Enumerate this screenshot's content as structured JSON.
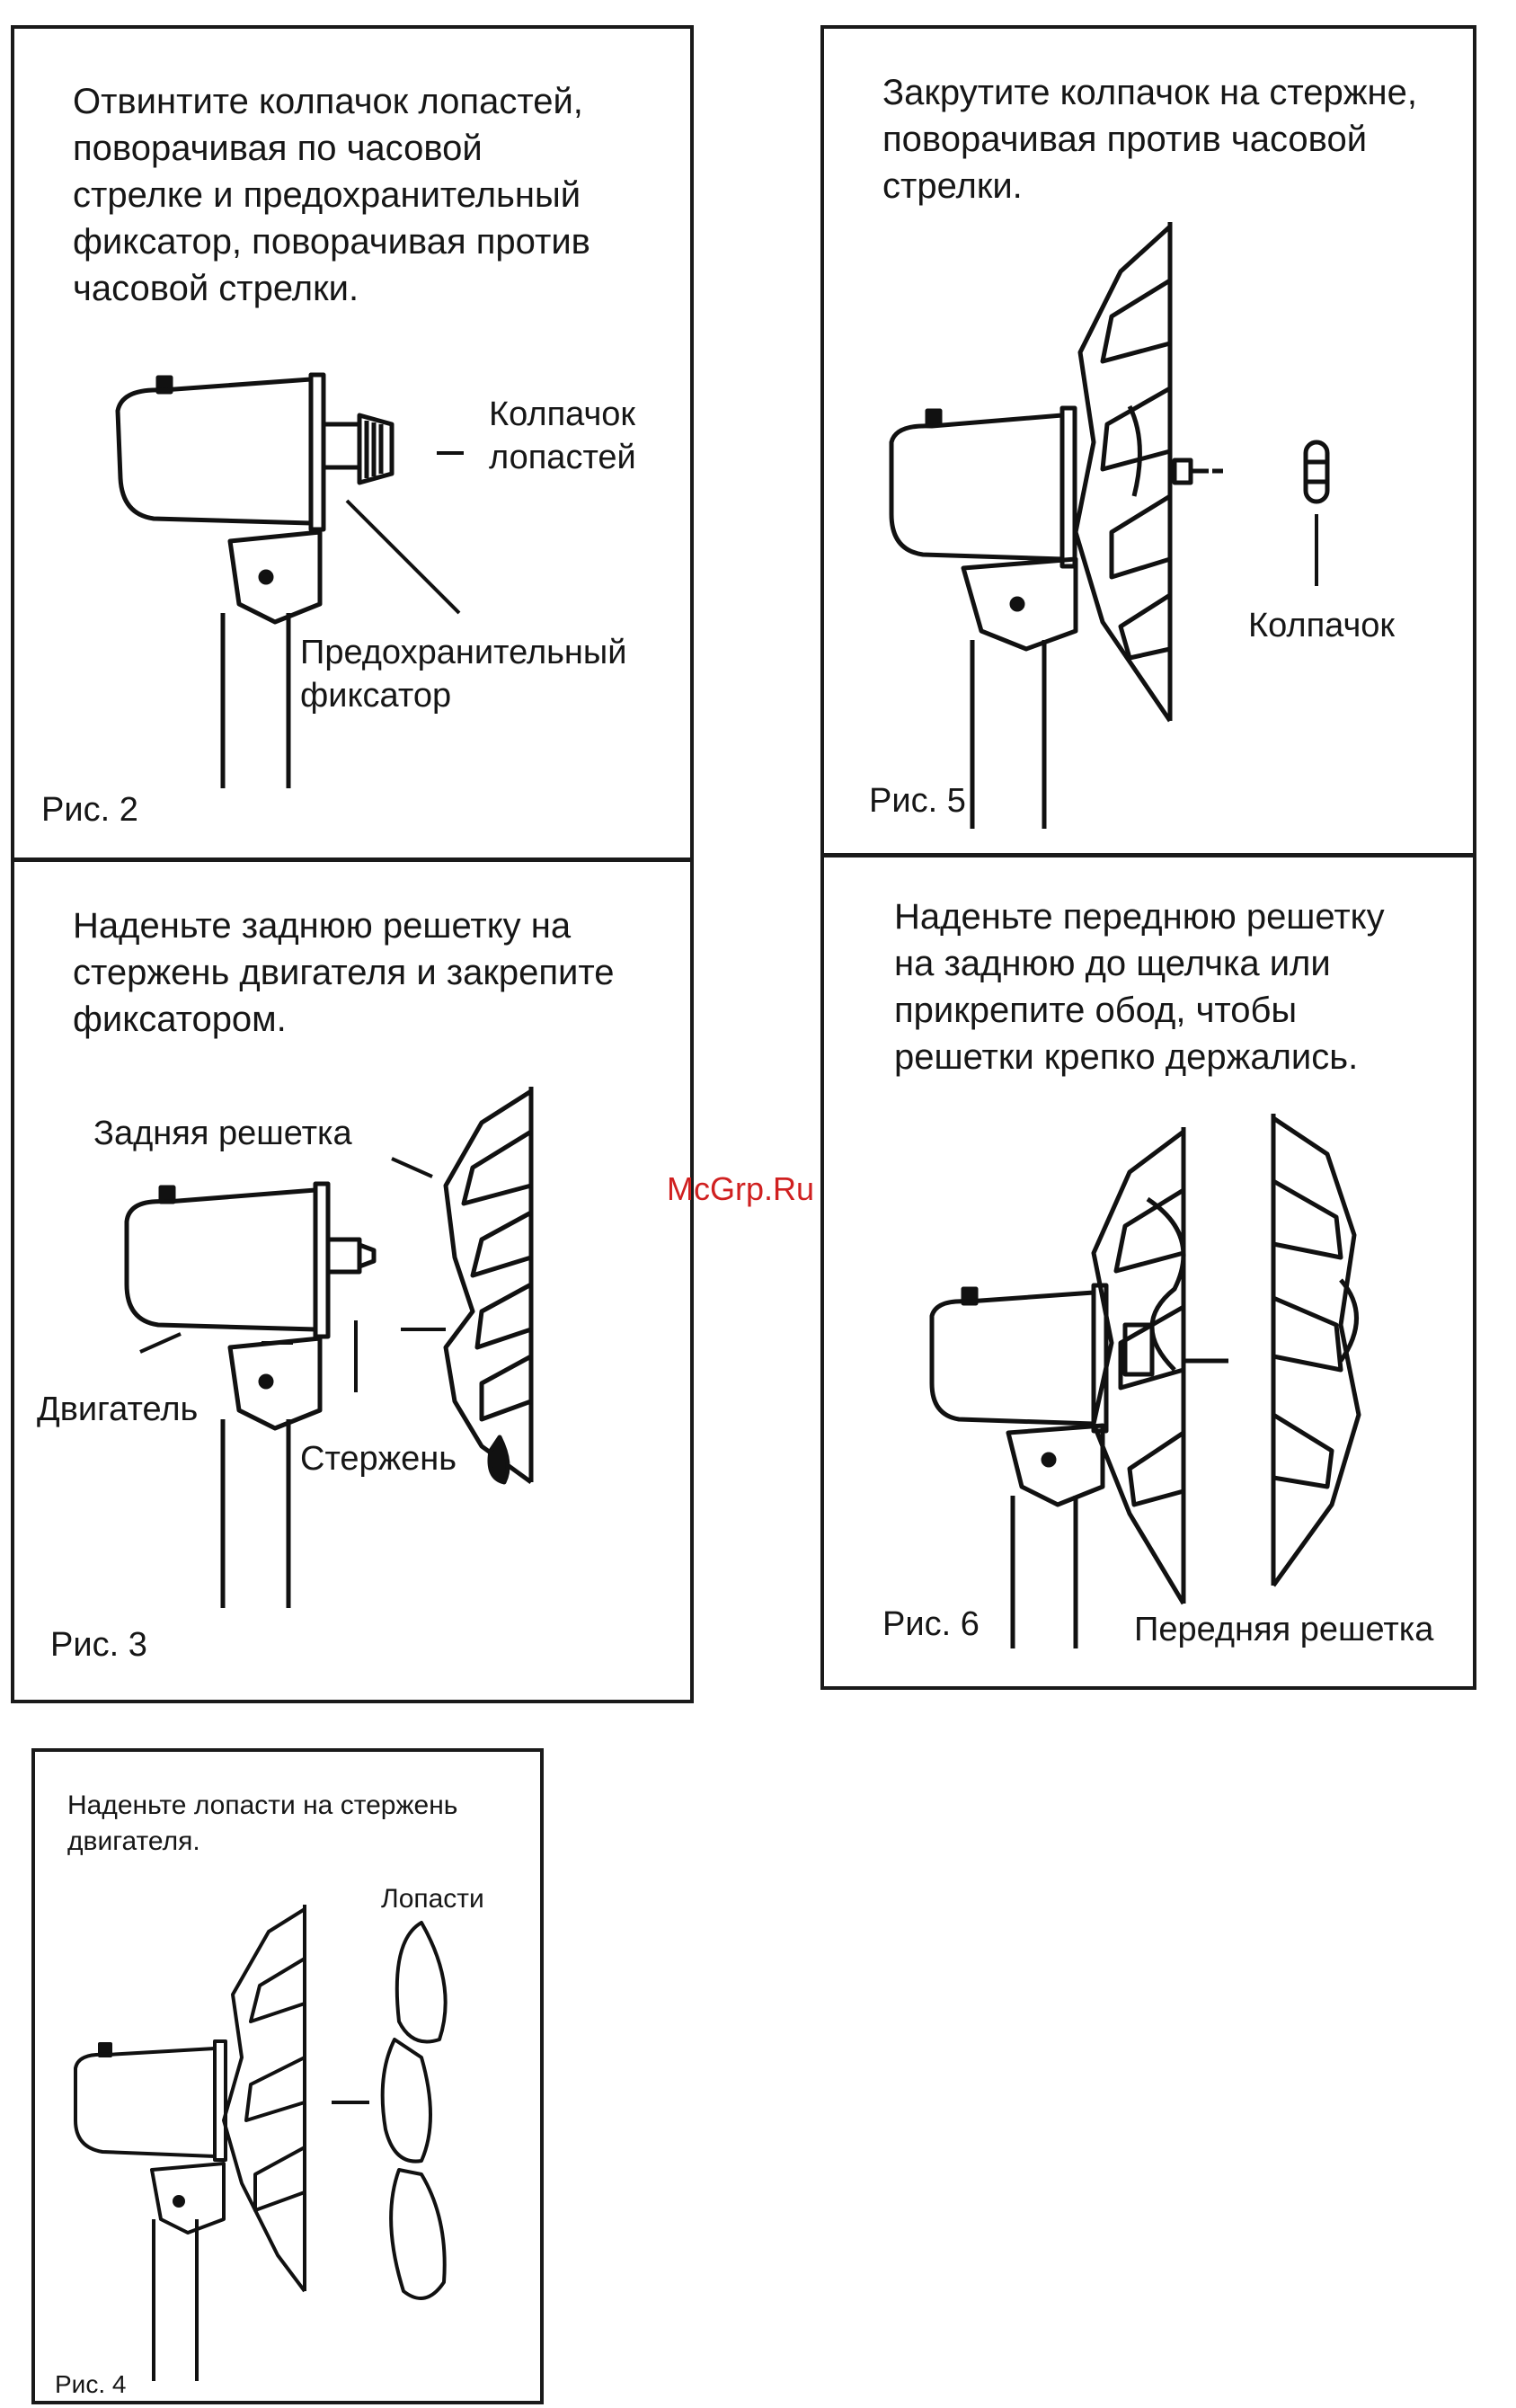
{
  "panels": {
    "fig2": {
      "instruction": "Отвинтите колпачок лопастей,\nповорачивая по часовой\nстрелке и предохранительный\nфиксатор, поворачивая против\nчасовой стрелки.",
      "label_blade_cap": "Колпачок\nлопастей",
      "label_safety_lock": "Предохранительный\nфиксатор",
      "figure_label": "Рис. 2"
    },
    "fig3": {
      "instruction": "Наденьте заднюю решетку на\nстержень двигателя и закрепите\nфиксатором.",
      "label_rear_grille": "Задняя решетка",
      "label_motor": "Двигатель",
      "label_shaft": "Стержень",
      "figure_label": "Рис. 3"
    },
    "fig4": {
      "instruction": "Наденьте лопасти на стержень\nдвигателя.",
      "label_blades": "Лопасти",
      "figure_label": "Рис. 4"
    },
    "fig5": {
      "instruction": "Закрутите колпачок на стержне,\nповорачивая против часовой\nстрелки.",
      "label_cap": "Колпачок",
      "figure_label": "Рис. 5"
    },
    "fig6": {
      "instruction": "Наденьте переднюю решетку\nна заднюю до щелчка или\nприкрепите обод, чтобы\nрешетки крепко держались.",
      "label_front_grille": "Передняя решетка",
      "figure_label": "Рис. 6"
    }
  },
  "watermark": "McGrp.Ru",
  "colors": {
    "ink": "#161616",
    "watermark": "#d02020"
  }
}
